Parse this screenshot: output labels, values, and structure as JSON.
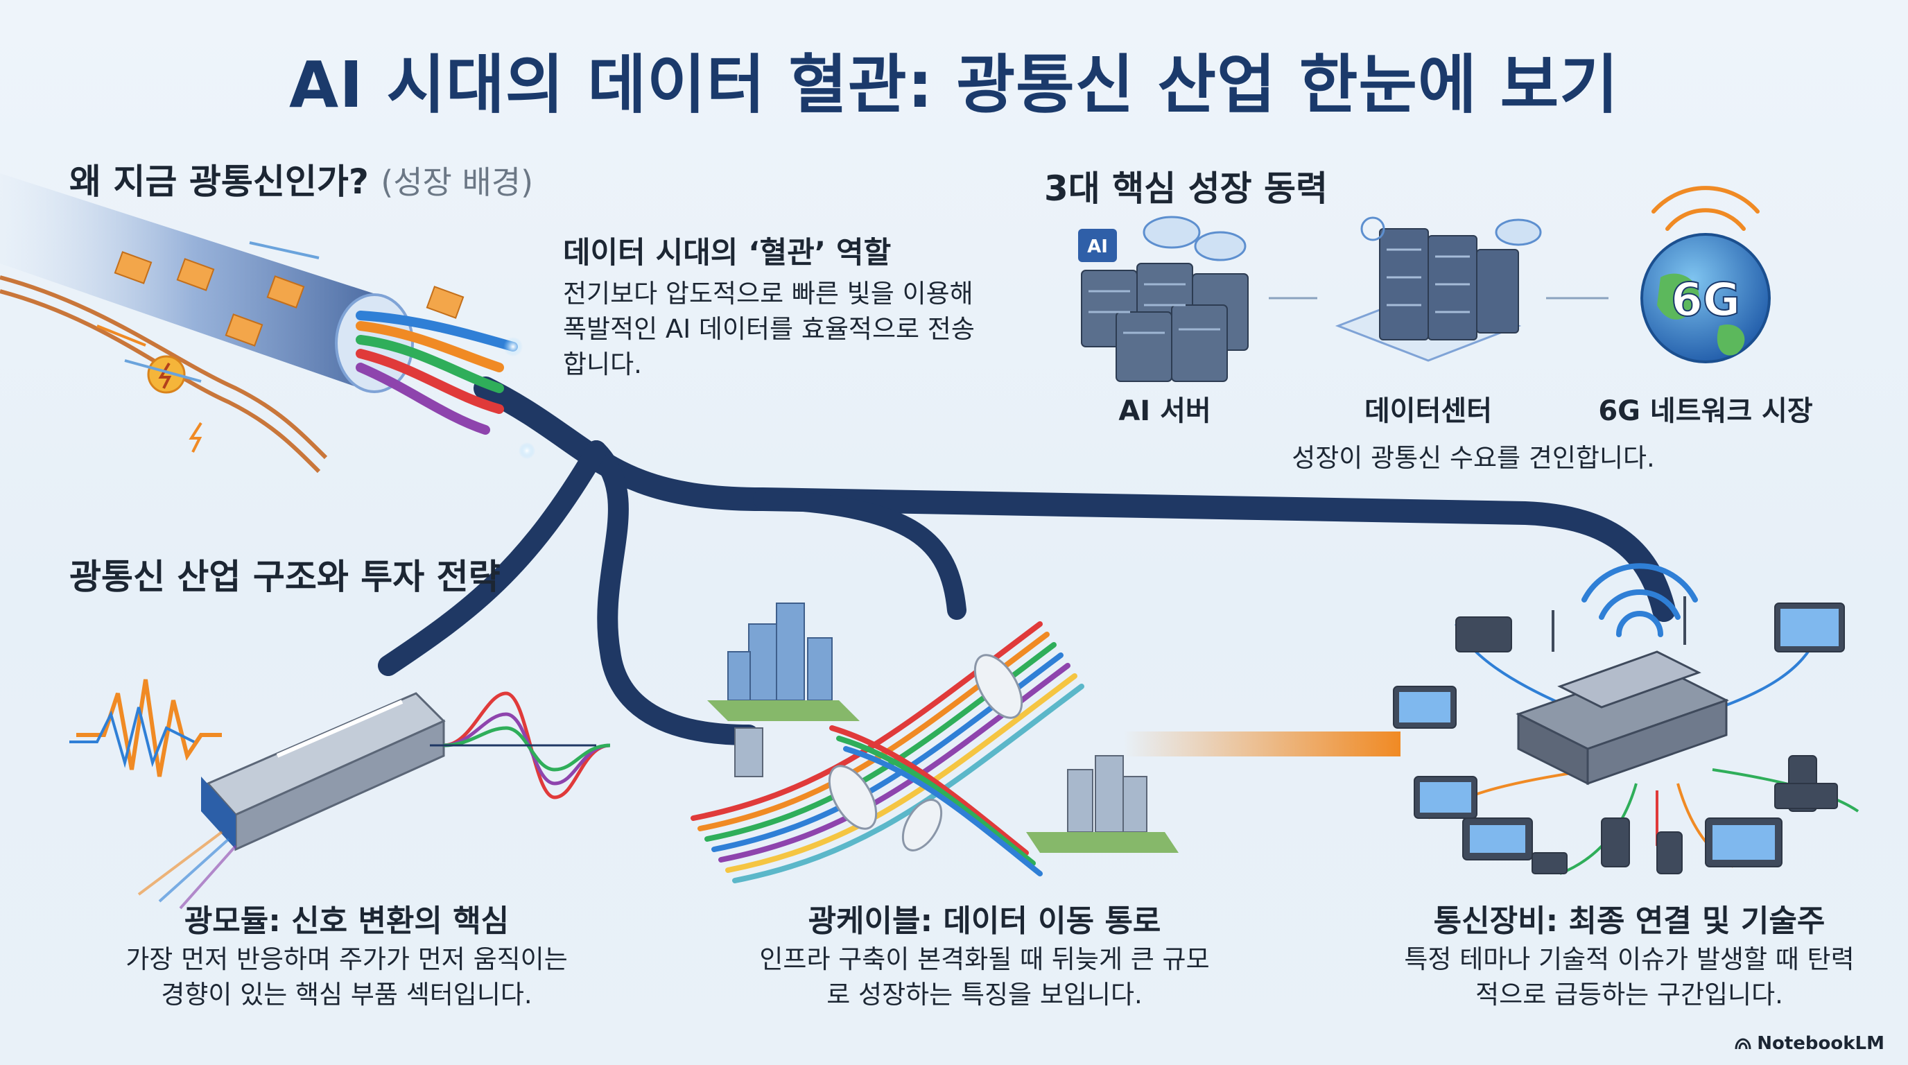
{
  "title": "AI 시대의 데이터 혈관: 광통신 산업 한눈에 보기",
  "why_now": {
    "heading": "왜 지금 광통신인가?",
    "sub": "(성장 배경)"
  },
  "blood_vessel": {
    "heading": "데이터 시대의 ‘혈관’ 역할",
    "body": "전기보다 압도적으로 빠른 빛을 이용해 폭발적인 AI 데이터를 효율적으로 전송합니다."
  },
  "drivers": {
    "heading": "3대 핵심 성장 동력",
    "items": [
      {
        "label": "AI 서버",
        "icon": "ai-server-icon"
      },
      {
        "label": "데이터센터",
        "icon": "datacenter-icon"
      },
      {
        "label": "6G 네트워크 시장",
        "icon": "globe-6g-icon",
        "badge": "6G"
      }
    ],
    "note": "성장이 광통신 수요를 견인합니다.",
    "chip_text": "AI"
  },
  "structure_heading": "광통신 산업 구조와 투자 전략",
  "sections": [
    {
      "title": "광모듈: 신호 변환의 핵심",
      "body": "가장 먼저 반응하며 주가가 먼저 움직이는 경향이 있는 핵심 부품 섹터입니다."
    },
    {
      "title": "광케이블: 데이터 이동 통로",
      "body": "인프라 구축이 본격화될 때 뒤늦게 큰 규모로 성장하는 특징을 보입니다."
    },
    {
      "title": "통신장비: 최종 연결 및 기술주",
      "body": "특정 테마나 기술적 이슈가 발생할 때 탄력적으로 급등하는 구간입니다."
    }
  ],
  "brand": "NotebookLM",
  "colors": {
    "title": "#1b3a6b",
    "cable": "#1f3864",
    "accent_orange": "#f08a24",
    "accent_blue": "#2f7fd6"
  }
}
